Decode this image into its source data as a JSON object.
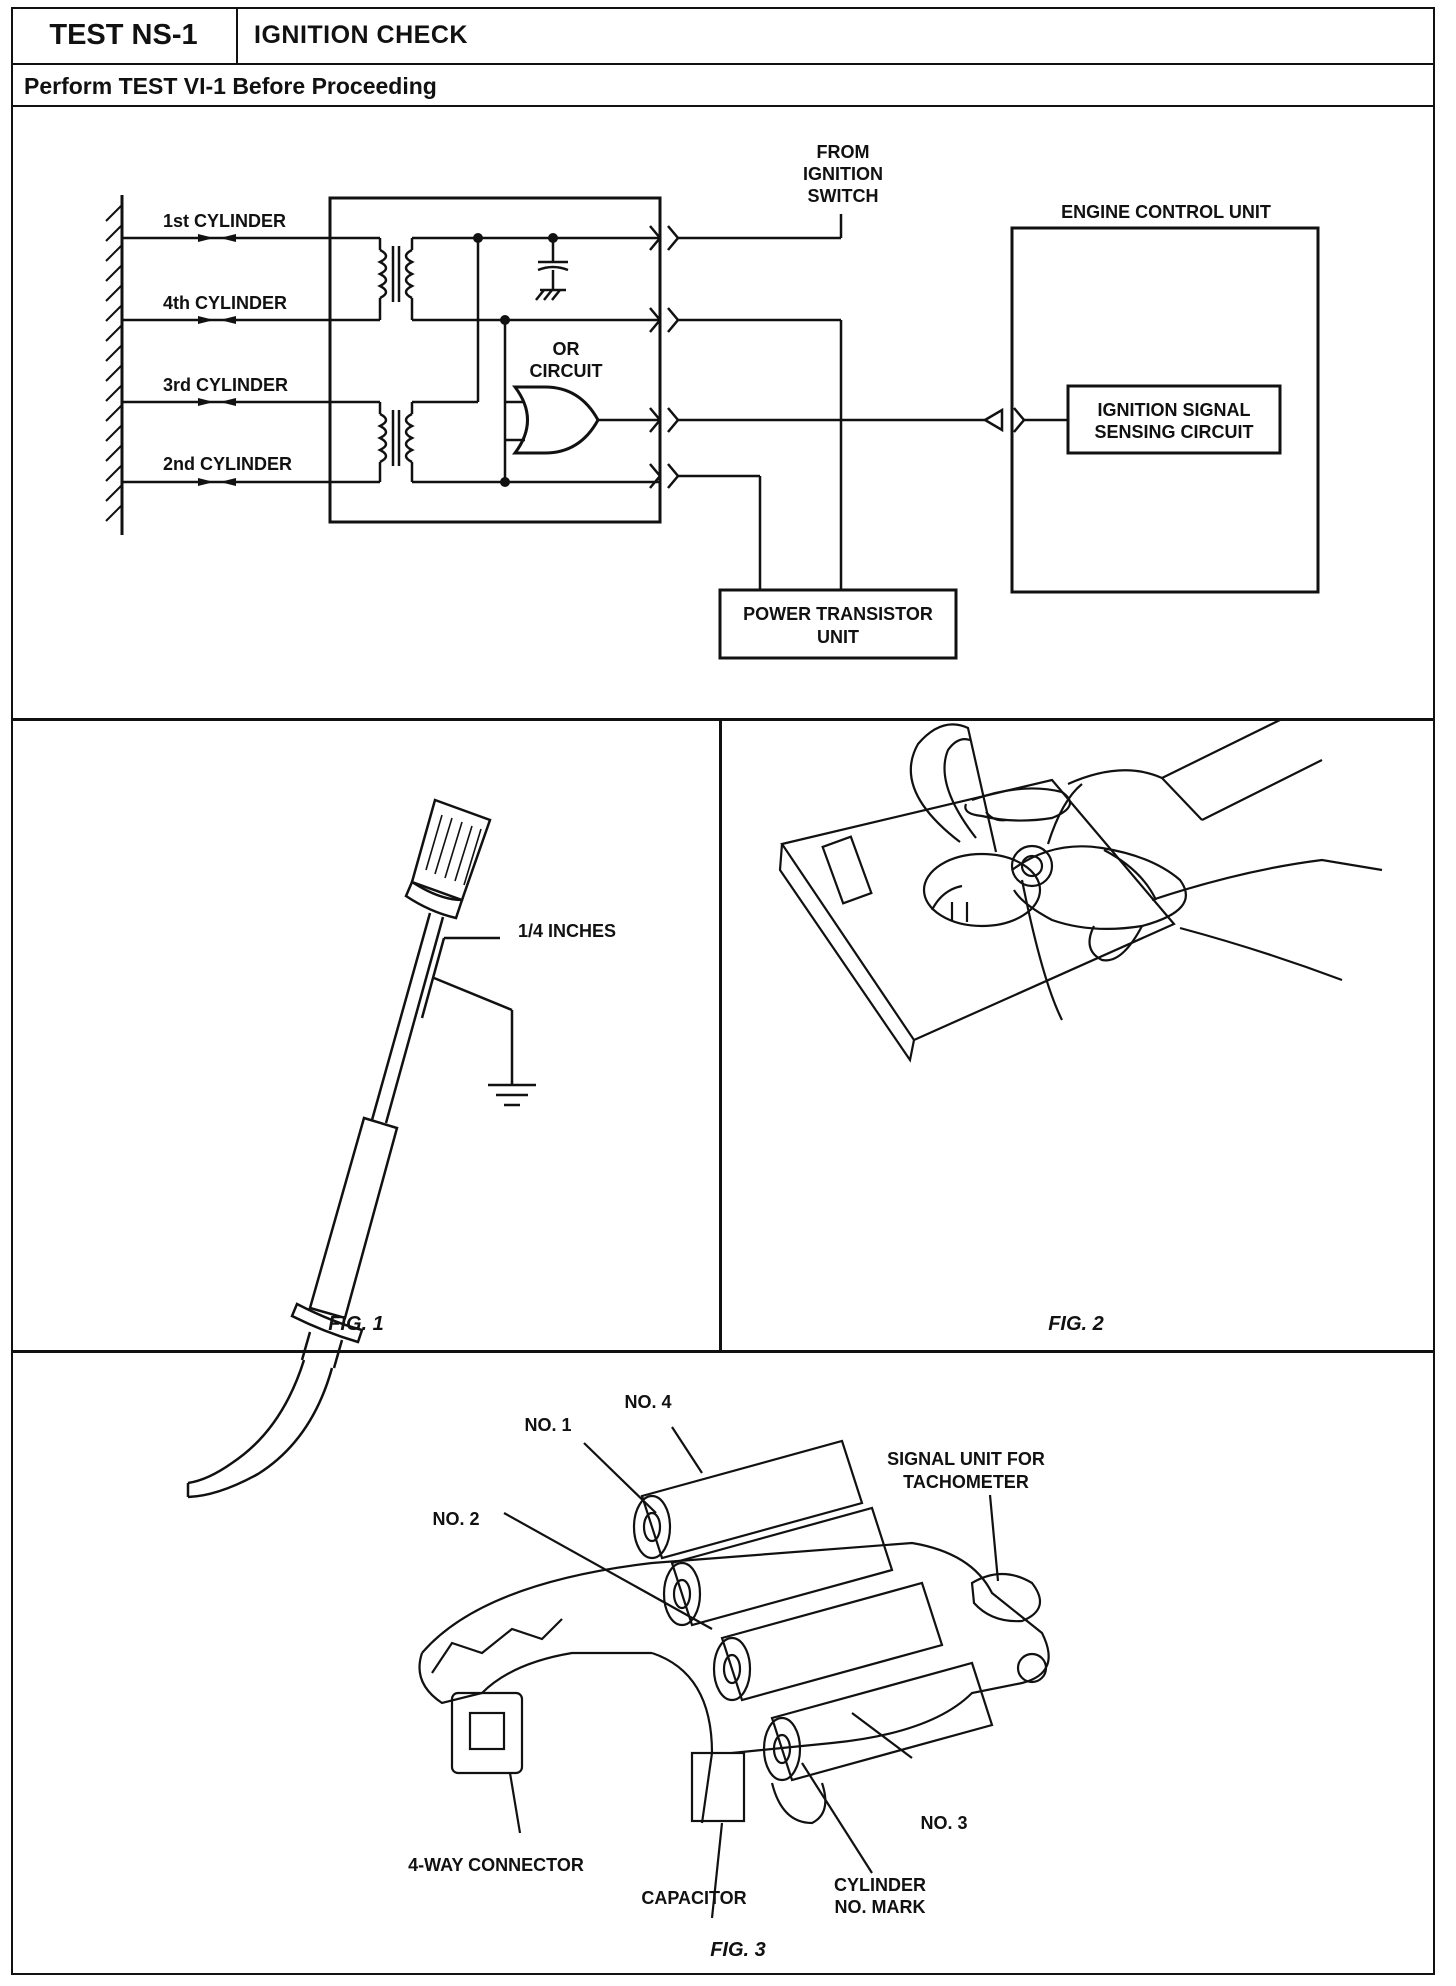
{
  "header": {
    "test_id": "TEST NS-1",
    "title": "IGNITION CHECK",
    "prerequisite": "Perform TEST VI-1 Before Proceeding"
  },
  "schematic": {
    "cylinders": [
      "1st CYLINDER",
      "4th CYLINDER",
      "3rd CYLINDER",
      "2nd CYLINDER"
    ],
    "or_circuit": [
      "OR",
      "CIRCUIT"
    ],
    "from_switch": [
      "FROM",
      "IGNITION",
      "SWITCH"
    ],
    "ecu_title": "ENGINE CONTROL UNIT",
    "ecu_signal": [
      "IGNITION SIGNAL",
      "SENSING CIRCUIT"
    ],
    "power_unit": [
      "POWER TRANSISTOR",
      "UNIT"
    ]
  },
  "fig1": {
    "dimension_label": "1/4 INCHES",
    "caption": "FIG. 1"
  },
  "fig2": {
    "caption": "FIG. 2"
  },
  "fig3": {
    "labels": {
      "no4": "NO. 4",
      "no1": "NO. 1",
      "no2": "NO. 2",
      "no3": "NO. 3",
      "signal_unit": [
        "SIGNAL UNIT FOR",
        "TACHOMETER"
      ],
      "connector": "4-WAY CONNECTOR",
      "capacitor": "CAPACITOR",
      "cyl_mark": [
        "CYLINDER",
        "NO. MARK"
      ]
    },
    "caption": "FIG. 3"
  }
}
